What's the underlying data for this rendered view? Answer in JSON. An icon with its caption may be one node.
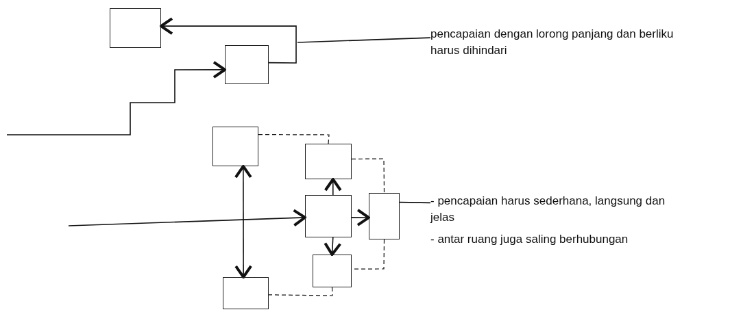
{
  "diagram": {
    "nodes": [
      {
        "text": [],
        "shape": "box"
      },
      {
        "text": [],
        "shape": "box"
      },
      {
        "text": [
          "pencapaian dengan lorong panjang dan berliku harus dihindari"
        ]
      },
      {
        "text": [],
        "shape": "box"
      },
      {
        "text": [],
        "shape": "box"
      },
      {
        "text": [],
        "shape": "box"
      },
      {
        "text": [],
        "shape": "box"
      },
      {
        "text": [],
        "shape": "box"
      },
      {
        "text": [],
        "shape": "box"
      },
      {
        "text": [
          "- pencapaian harus sederhana, langsung dan jelas",
          "- antar ruang juga saling berhubungan"
        ]
      }
    ],
    "edges": [
      {
        "from": null,
        "to": 1,
        "arrow": "to"
      },
      {
        "from": 1,
        "to": 0,
        "arrow": "to"
      },
      {
        "from": 2,
        "to": null,
        "arrow": "none"
      },
      {
        "from": null,
        "to": 5,
        "arrow": "to"
      },
      {
        "from": 5,
        "to": 6,
        "arrow": "to"
      },
      {
        "from": null,
        "to": 3,
        "arrow": "to"
      },
      {
        "from": null,
        "to": 8,
        "arrow": "to"
      },
      {
        "from": 5,
        "to": 4,
        "arrow": "to"
      },
      {
        "from": 5,
        "to": 7,
        "arrow": "to"
      },
      {
        "from": 3,
        "to": 4,
        "arrow": "none",
        "style": "dashed"
      },
      {
        "from": 4,
        "to": 6,
        "arrow": "none",
        "style": "dashed"
      },
      {
        "from": 6,
        "to": 7,
        "arrow": "none",
        "style": "dashed"
      },
      {
        "from": 7,
        "to": 8,
        "arrow": "none",
        "style": "dashed"
      },
      {
        "from": 9,
        "to": 6,
        "arrow": "none"
      }
    ]
  }
}
